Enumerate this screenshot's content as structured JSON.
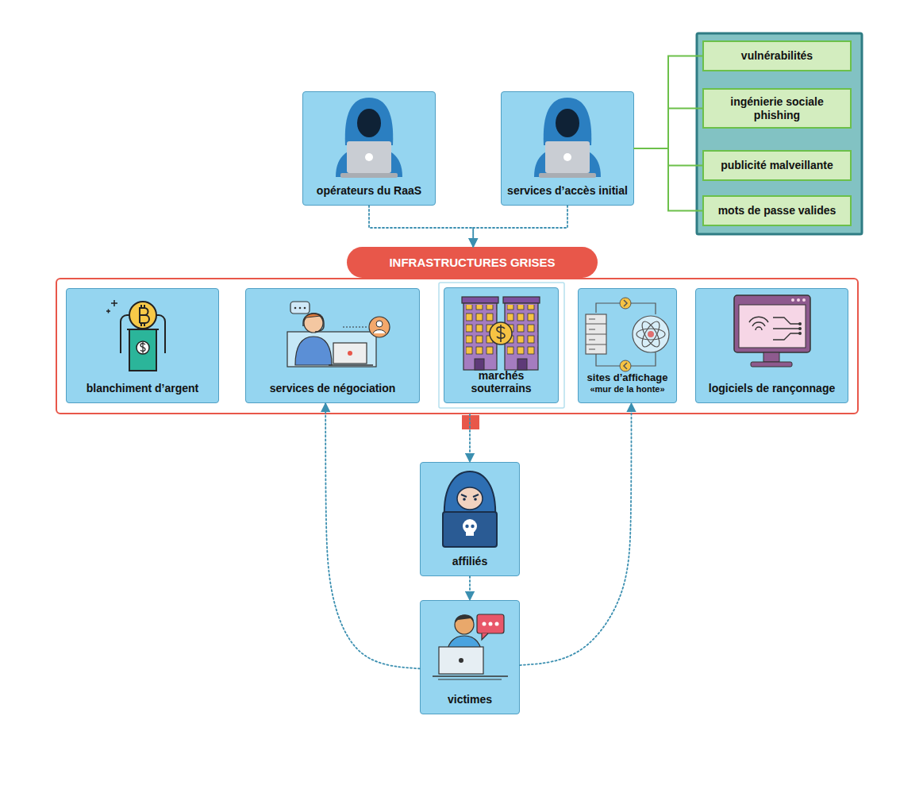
{
  "diagram": {
    "nodes": [
      {
        "text": [
          "opérateurs du RaaS"
        ]
      },
      {
        "text": [
          "services d’accès initial"
        ]
      },
      {
        "text": [
          "vulnérabilités"
        ]
      },
      {
        "text": [
          "ingénierie sociale phishing"
        ]
      },
      {
        "text": [
          "publicité malveillante"
        ]
      },
      {
        "text": [
          "mots de passe valides"
        ]
      },
      {
        "text": [
          "INFRASTRUCTURES GRISES"
        ]
      },
      {
        "text": [
          "blanchiment d’argent"
        ],
        "in": 6
      },
      {
        "text": [
          "services de négociation"
        ],
        "in": 6
      },
      {
        "text": [
          "marchés souterrains"
        ],
        "in": 6
      },
      {
        "text": [
          "sites d’affichage",
          "«mur de la honte»"
        ],
        "in": 6
      },
      {
        "text": [
          "logiciels de rançonnage"
        ],
        "in": 6
      },
      {
        "text": [
          "affiliés"
        ]
      },
      {
        "text": [
          "victimes"
        ]
      }
    ],
    "edges": [
      {
        "from": 0,
        "to": 6,
        "arrow": "to"
      },
      {
        "from": 1,
        "to": 6,
        "arrow": "to"
      },
      {
        "from": 1,
        "to": 2,
        "arrow": "none"
      },
      {
        "from": 1,
        "to": 3,
        "arrow": "none"
      },
      {
        "from": 1,
        "to": 4,
        "arrow": "none"
      },
      {
        "from": 1,
        "to": 5,
        "arrow": "none"
      },
      {
        "from": 6,
        "to": 12,
        "arrow": "to"
      },
      {
        "from": 12,
        "to": 13,
        "arrow": "to"
      },
      {
        "from": 13,
        "to": 8,
        "arrow": "to"
      },
      {
        "from": 13,
        "to": 10,
        "arrow": "to"
      }
    ]
  }
}
